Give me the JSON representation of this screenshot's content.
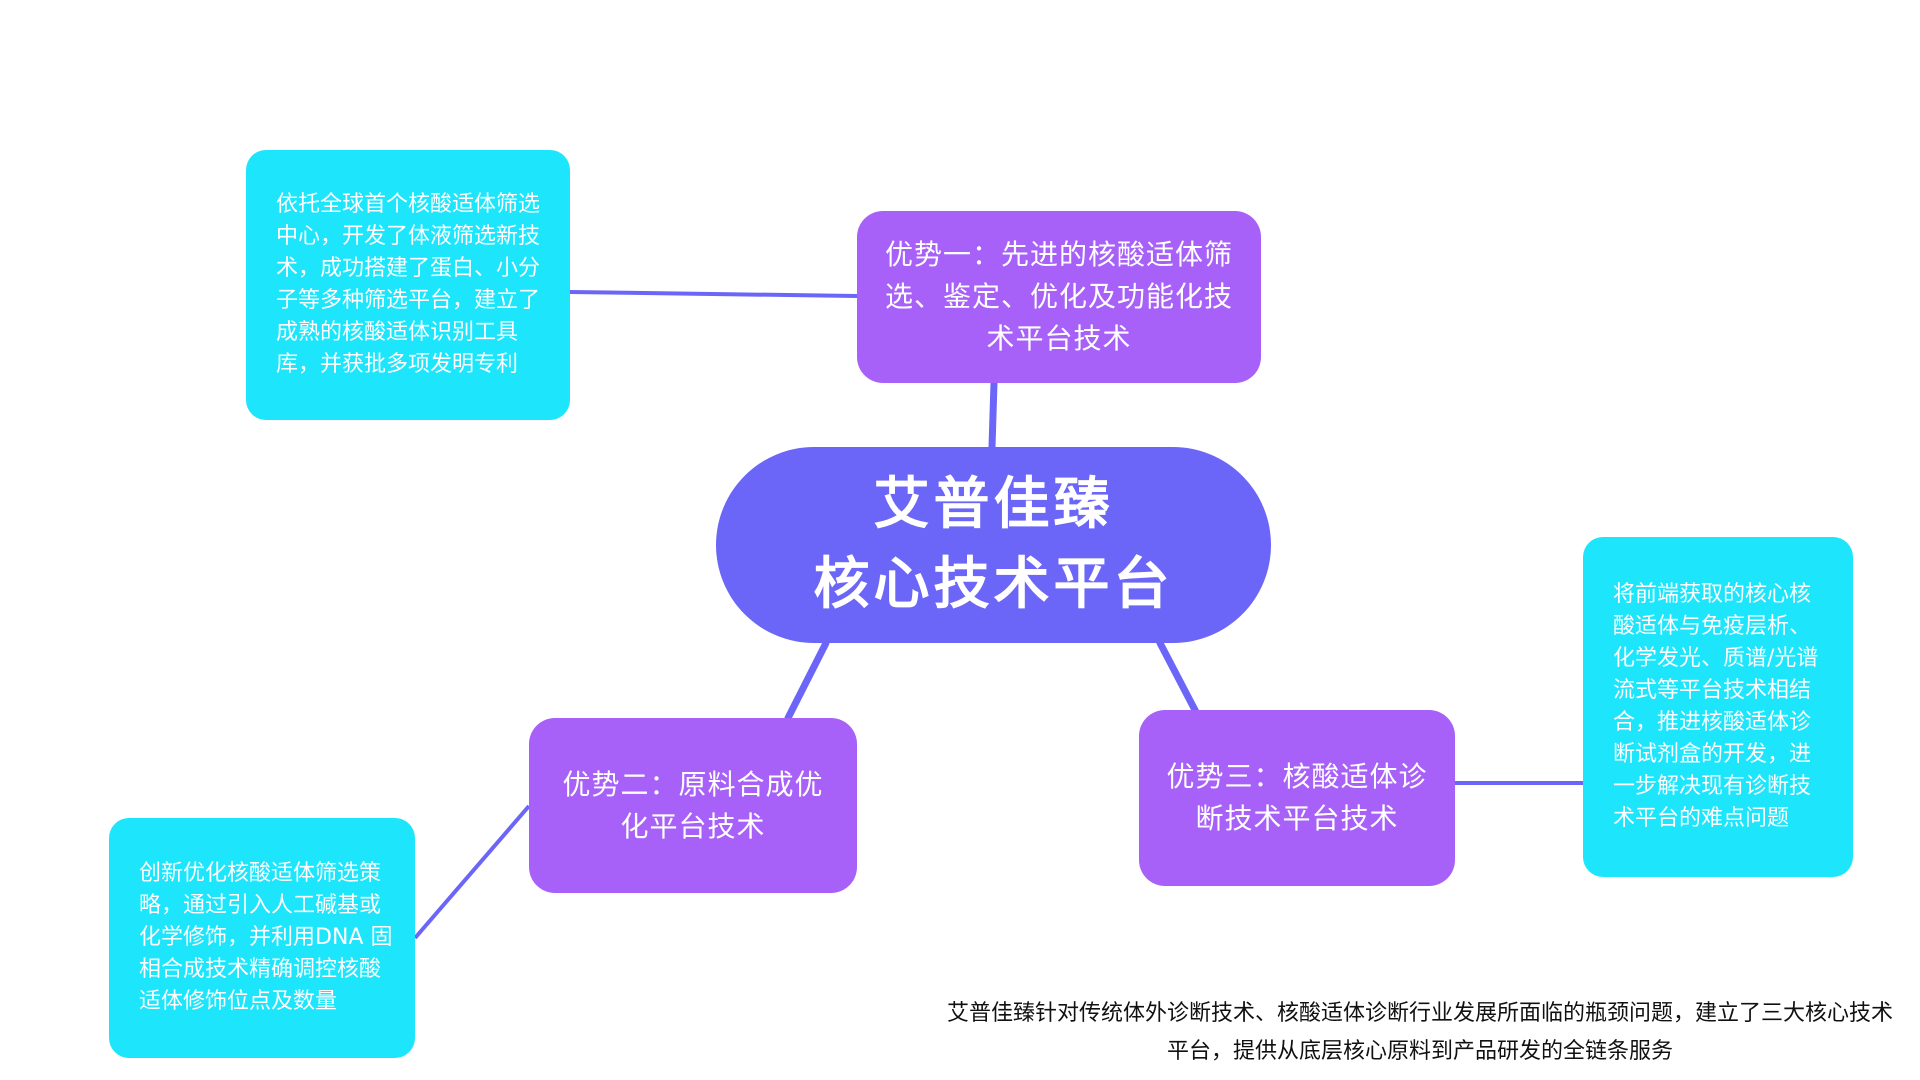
{
  "center": {
    "line1": "艾普佳臻",
    "line2": "核心技术平台"
  },
  "advantages": [
    {
      "label": "优势一：先进的核酸适体筛选、鉴定、优化及功能化技术平台技术"
    },
    {
      "label": "优势二：原料合成优化平台技术"
    },
    {
      "label": "优势三：核酸适体诊断技术平台技术"
    }
  ],
  "descriptions": [
    {
      "text": "依托全球首个核酸适体筛选中心，开发了体液筛选新技术，成功搭建了蛋白、小分子等多种筛选平台，建立了成熟的核酸适体识别工具库，并获批多项发明专利"
    },
    {
      "text": "创新优化核酸适体筛选策略，通过引入人工碱基或化学修饰，并利用DNA 固相合成技术精确调控核酸适体修饰位点及数量"
    },
    {
      "text": "将前端获取的核心核酸适体与免疫层析、化学发光、质谱/光谱流式等平台技术相结合，推进核酸适体诊断试剂盒的开发，进一步解决现有诊断技术平台的难点问题"
    }
  ],
  "summary": "艾普佳臻针对传统体外诊断技术、核酸适体诊断行业发展所面临的瓶颈问题，建立了三大核心技术平台，提供从底层核心原料到产品研发的全链条服务",
  "colors": {
    "center_fill": "#6b66f7",
    "advantage_fill": "#a761f8",
    "description_fill": "#1de5fc",
    "connector": "#6b66f7"
  }
}
